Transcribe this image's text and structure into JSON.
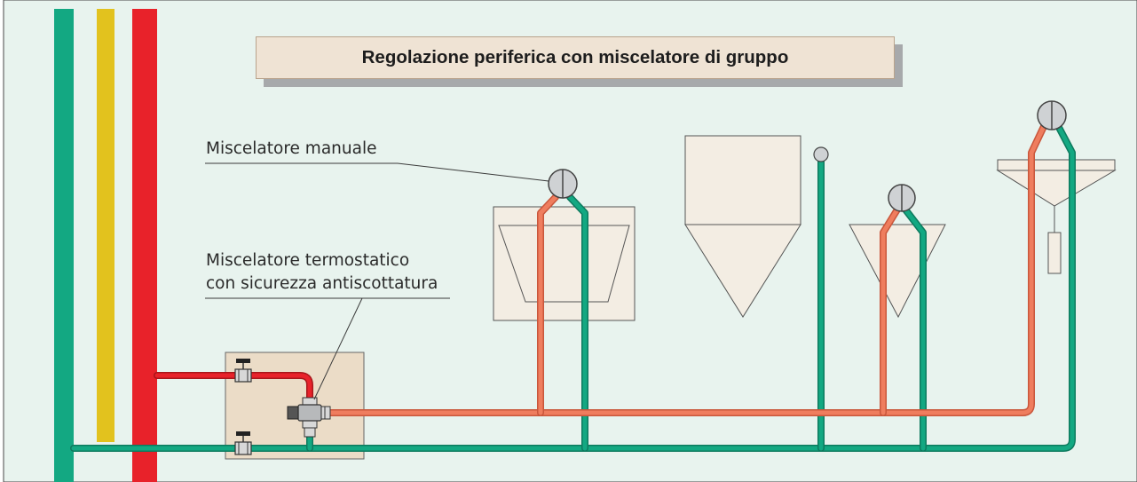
{
  "title": "Regolazione periferica con miscelatore di gruppo",
  "labels": {
    "manual_mixer": "Miscelatore manuale",
    "thermostatic_mixer_line1": "Miscelatore termostatico",
    "thermostatic_mixer_line2": "con sicurezza antiscottatura"
  },
  "colors": {
    "background": "#e8f3ee",
    "pipe_green": "#13a882",
    "pipe_yellow": "#e2c21e",
    "pipe_red": "#e8222a",
    "pipe_mixed": "#ef7d5e",
    "fixture_fill": "#f3ede3",
    "panel_fill": "#ebdcc7",
    "title_fill": "#efe3d4",
    "title_shadow": "#a7a9ab"
  }
}
